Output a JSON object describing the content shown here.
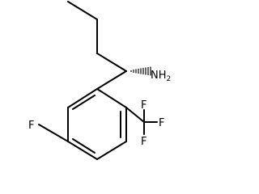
{
  "molecule": {
    "atoms": {
      "nh2": {
        "symbol": "NH",
        "subscript": "2"
      },
      "ring_f": {
        "symbol": "F"
      },
      "cf3_f_top": {
        "symbol": "F"
      },
      "cf3_f_right": {
        "symbol": "F"
      },
      "cf3_f_bottom": {
        "symbol": "F"
      }
    },
    "stereo": "hashed-wedge",
    "colors": {
      "bond": "#000000",
      "label": "#000000",
      "background": "#ffffff"
    }
  }
}
